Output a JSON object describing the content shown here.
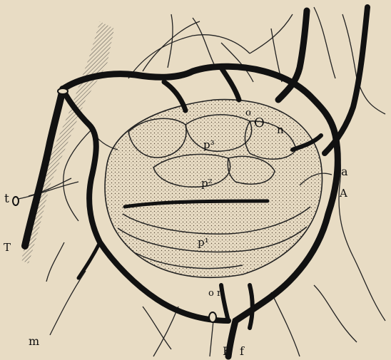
{
  "colors": {
    "paper": "#e8dcc4",
    "ink": "#111111",
    "stipple": "#5a4c3a"
  },
  "labels": {
    "O": "O",
    "n": "n",
    "o": "o",
    "ps": "p³",
    "p2": "p²",
    "p1": "p¹",
    "a": "a",
    "A": "A",
    "t": "t",
    "T": "T",
    "or": "o r",
    "m": "m",
    "F": "F",
    "f": "f"
  }
}
